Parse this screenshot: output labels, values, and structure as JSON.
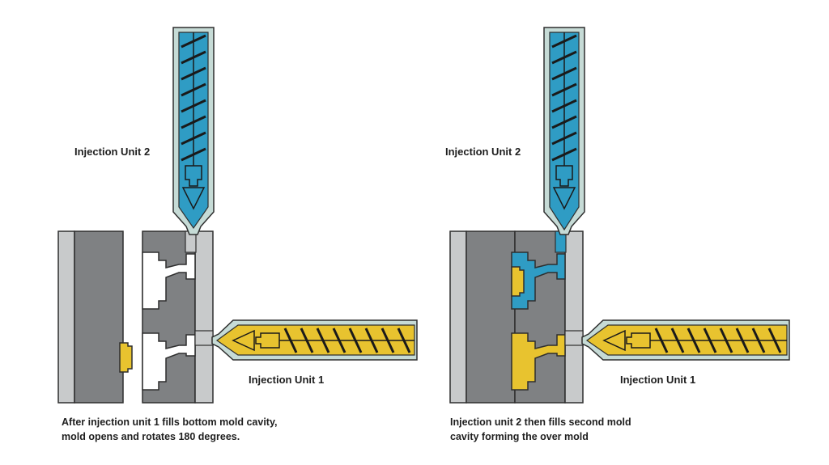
{
  "panels": [
    {
      "id": "left",
      "unit2_label": "Injection Unit 2",
      "unit1_label": "Injection Unit 1",
      "caption": [
        "After injection unit 1 fills bottom mold cavity,",
        "mold opens and rotates 180 degrees."
      ]
    },
    {
      "id": "right",
      "unit2_label": "Injection Unit 2",
      "unit1_label": "Injection Unit 1",
      "caption": [
        "Injection unit 2 then fills second mold",
        "cavity forming the over mold"
      ]
    }
  ],
  "colors": {
    "plate_light": "#c8cacb",
    "plate_dark": "#7f8183",
    "outline": "#2e2e2e",
    "barrel": "#c6dbd6",
    "blue_material": "#2f9cc4",
    "yellow_material": "#e8c32f",
    "cavity_empty": "#ffffff"
  }
}
